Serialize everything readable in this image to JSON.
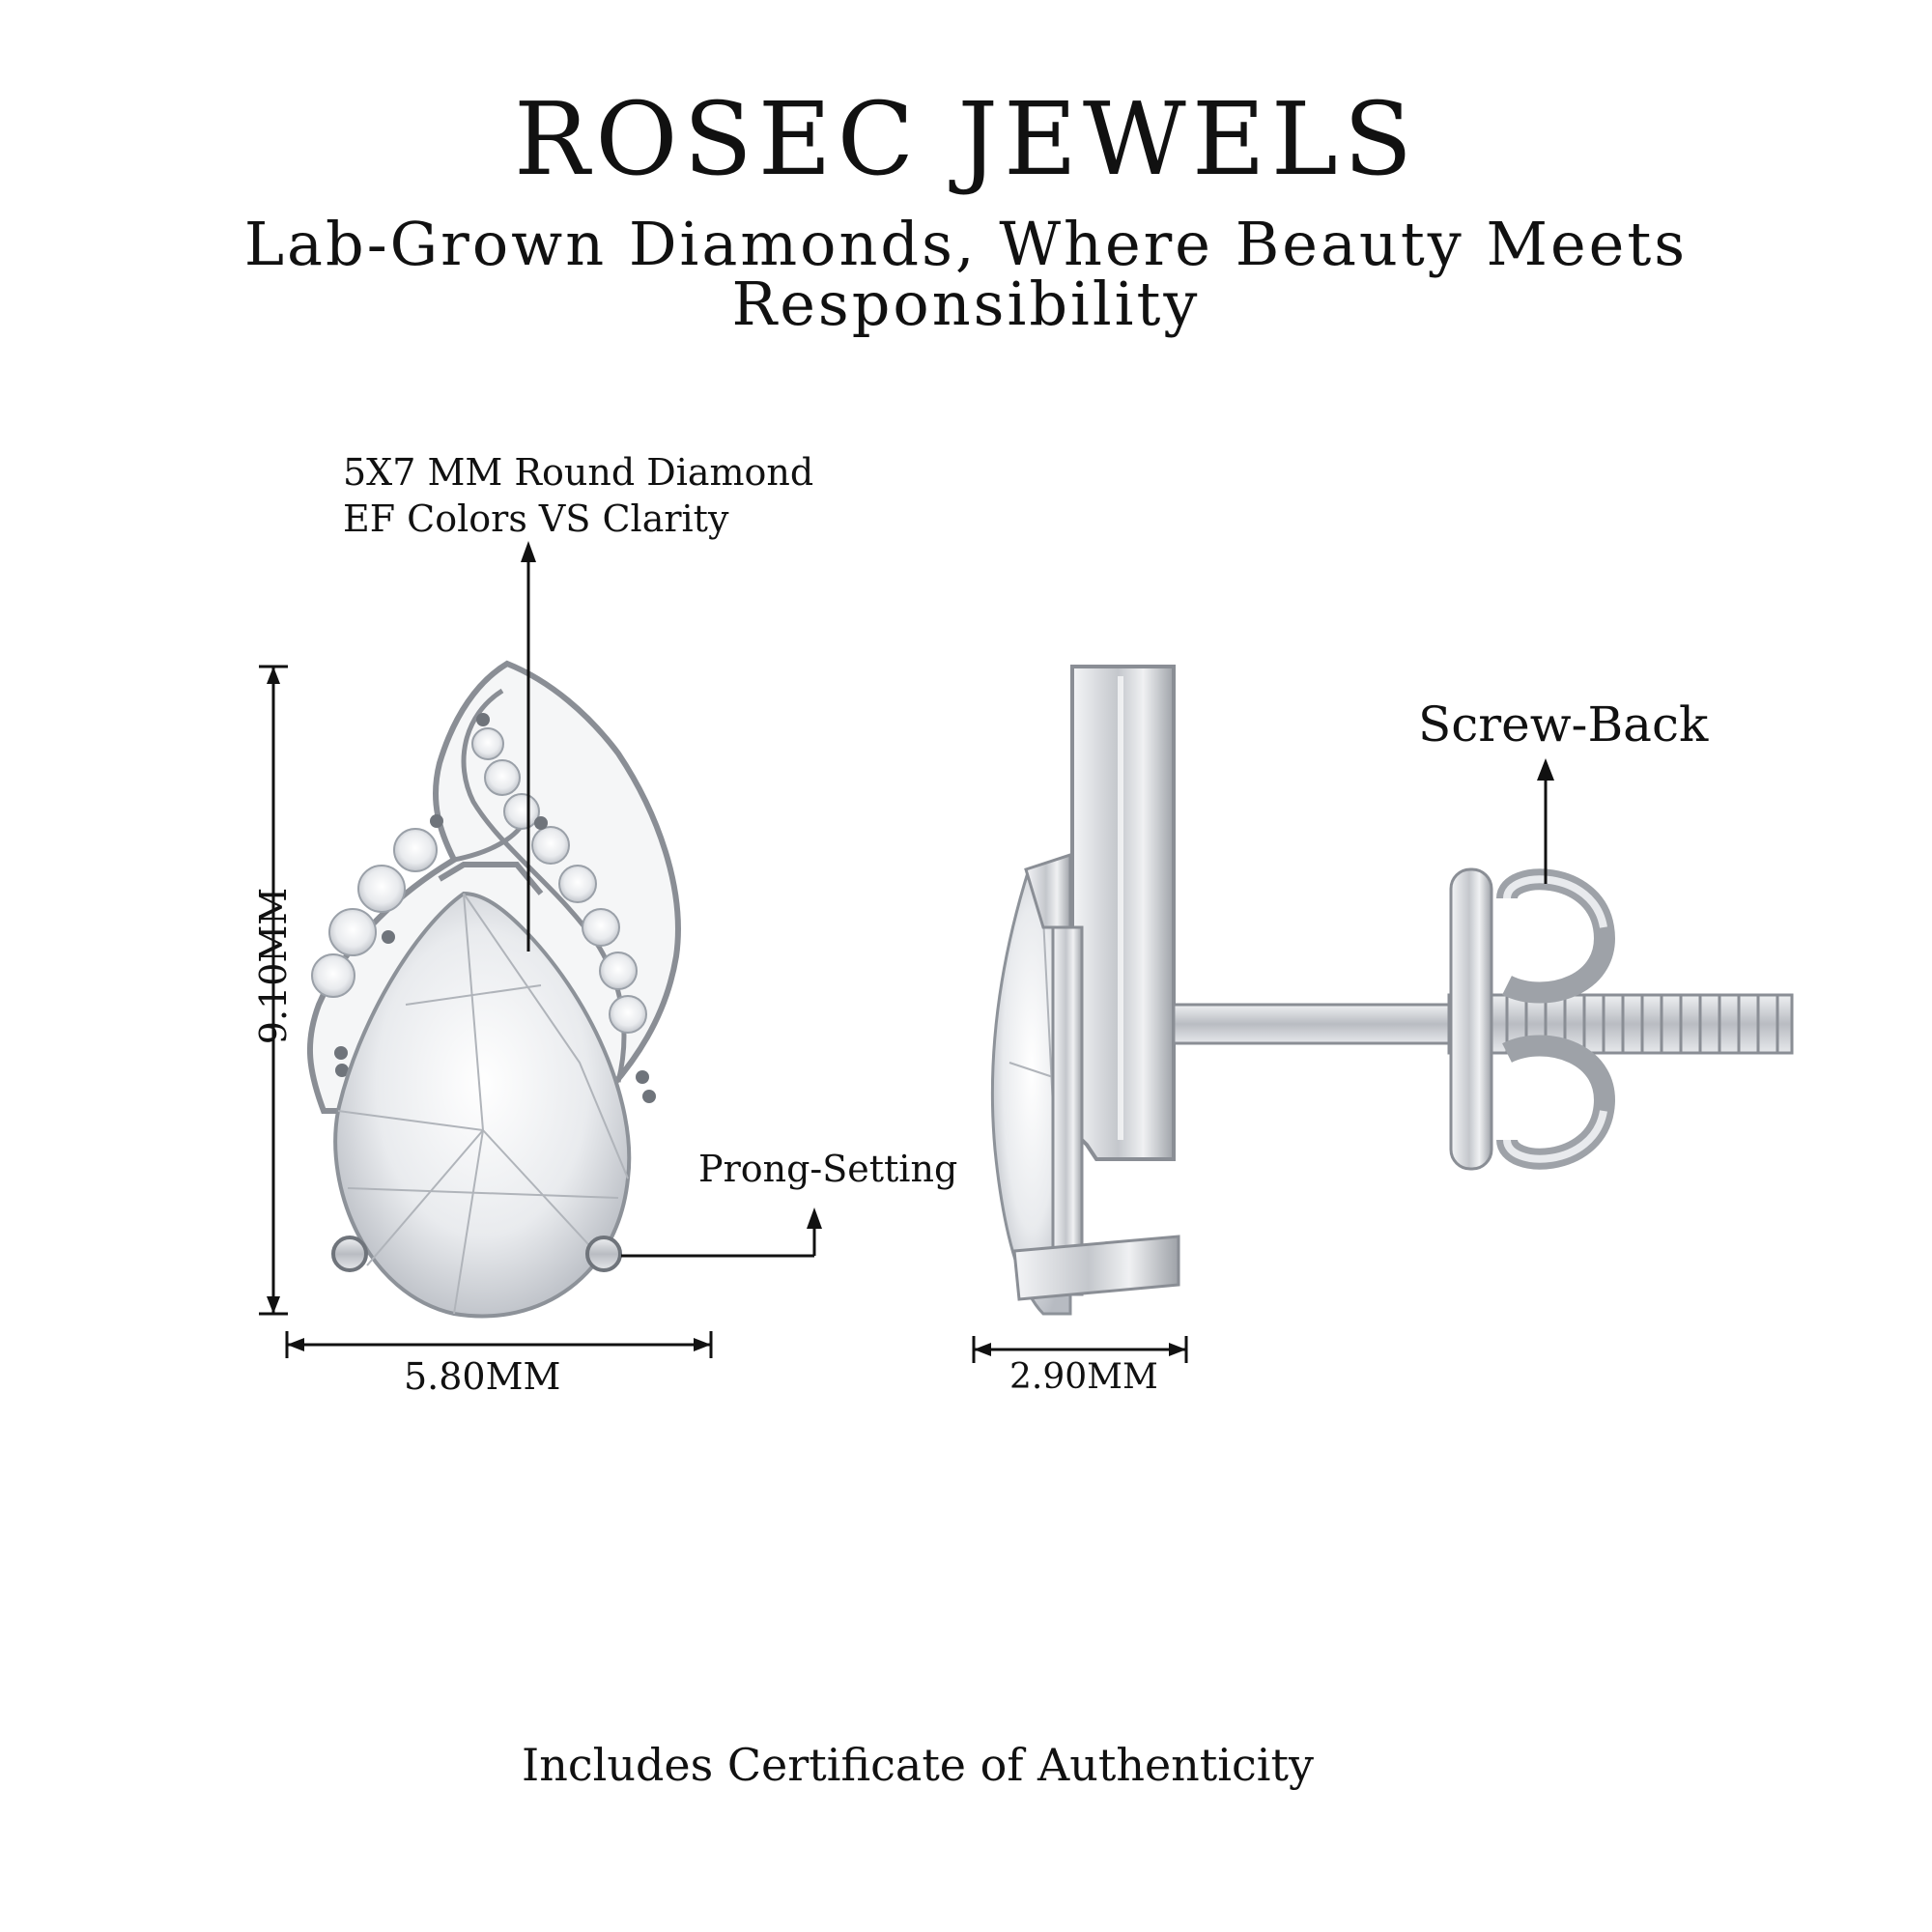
{
  "header": {
    "brand": "ROSEC JEWELS",
    "tagline": "Lab-Grown Diamonds, Where Beauty Meets Responsibility"
  },
  "callouts": {
    "stone_line1": "5X7 MM Round Diamond",
    "stone_line2": "EF Colors VS Clarity",
    "prong": "Prong-Setting",
    "screw_back": "Screw-Back"
  },
  "dimensions": {
    "height": "9.10MM",
    "width": "5.80MM",
    "depth": "2.90MM"
  },
  "footer": {
    "certificate": "Includes Certificate of Authenticity"
  },
  "colors": {
    "metal": "#c9ccd1",
    "metal_dark": "#7c8088",
    "ink": "#111111"
  }
}
